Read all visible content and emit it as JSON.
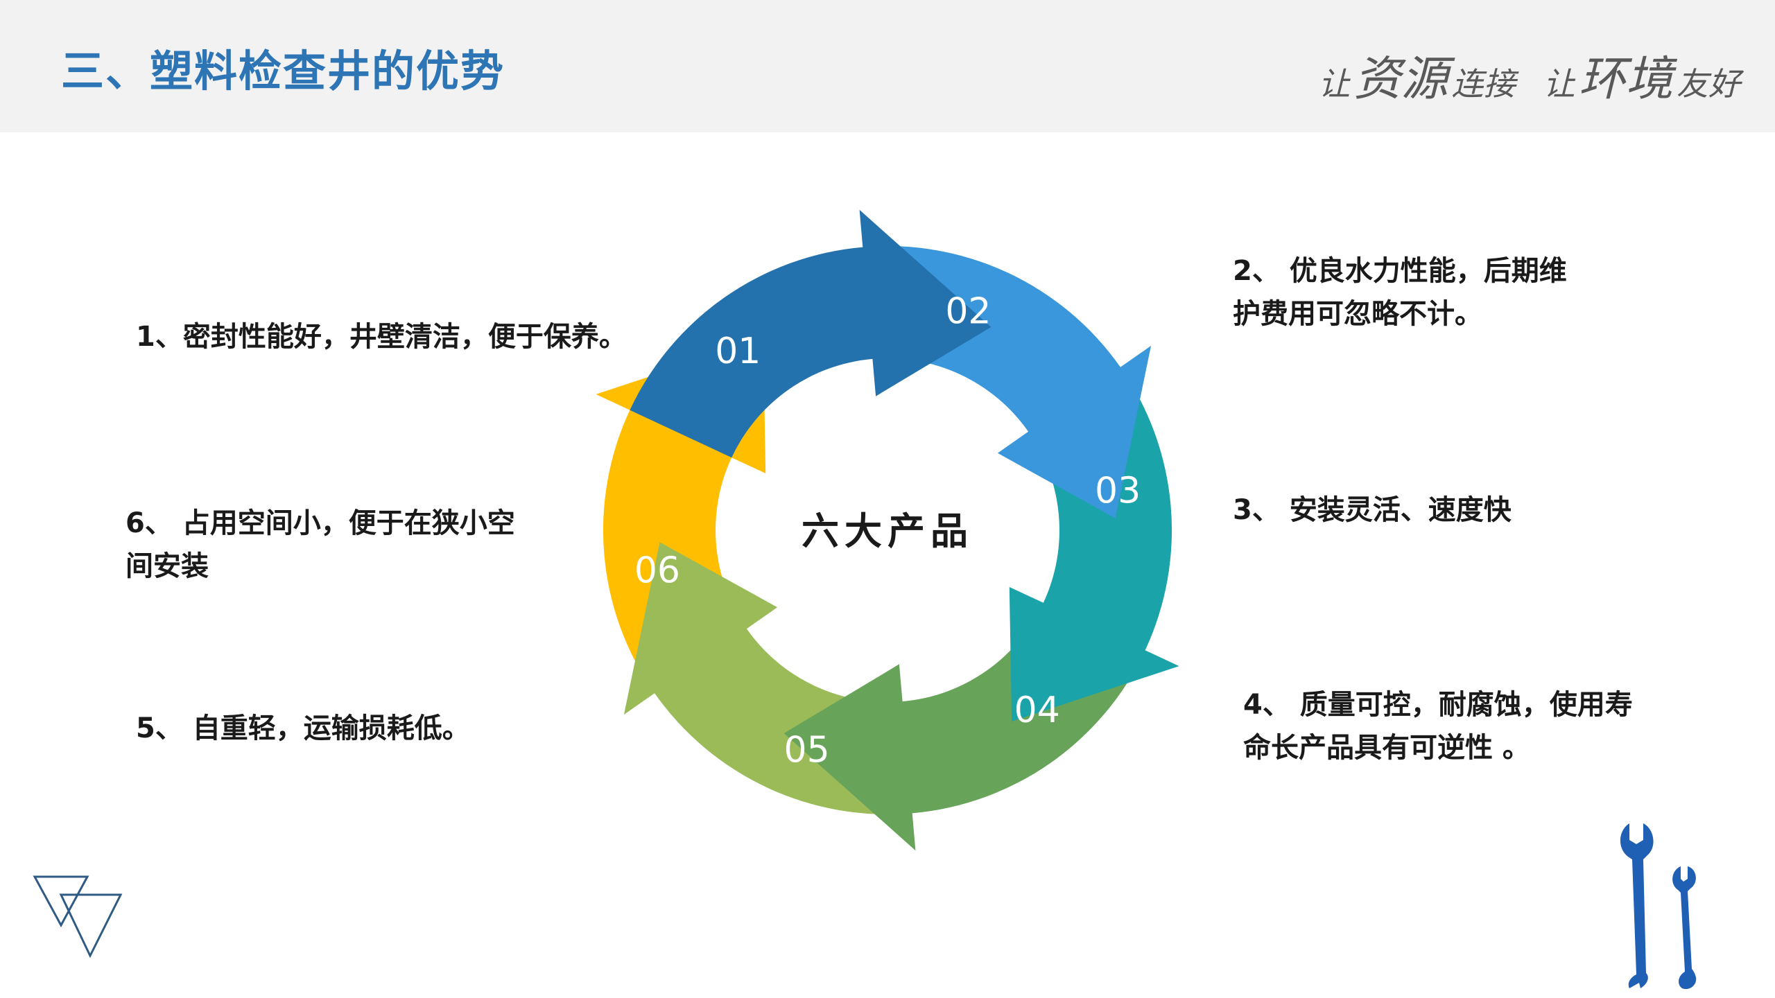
{
  "header": {
    "title": "三、塑料检查井的优势",
    "slogan": [
      {
        "text": "让",
        "size": "sm"
      },
      {
        "text": "资源",
        "size": "lg"
      },
      {
        "text": "连接",
        "size": "sm"
      },
      {
        "text": " ",
        "size": "gap"
      },
      {
        "text": "让",
        "size": "sm"
      },
      {
        "text": "环境",
        "size": "lg"
      },
      {
        "text": "友好",
        "size": "sm"
      }
    ]
  },
  "cycle": {
    "center_label": "六大产品",
    "segments": [
      {
        "number": "01",
        "color": "#2372ae"
      },
      {
        "number": "02",
        "color": "#3a97dc"
      },
      {
        "number": "03",
        "color": "#1aa3a9"
      },
      {
        "number": "04",
        "color": "#68a35a"
      },
      {
        "number": "05",
        "color": "#9bbb59"
      },
      {
        "number": "06",
        "color": "#ffbf00"
      }
    ]
  },
  "advantages": {
    "item1": [
      "1、密封性能好，井壁清洁，便于保养。"
    ],
    "item2": [
      "2、 优良水力性能，后期维",
      "护费用可忽略不计。"
    ],
    "item3": [
      "3、 安装灵活、速度快"
    ],
    "item4": [
      "4、 质量可控，耐腐蚀，使用寿",
      "命长产品具有可逆性 。"
    ],
    "item5": [
      "5、 自重轻，运输损耗低。"
    ],
    "item6": [
      "6、 占用空间小，便于在狭小空",
      "间安装"
    ]
  },
  "icons": {
    "corner_logo": "triangles-logo-icon",
    "tools": "wrench-tools-icon",
    "tools_color": "#1f5fb4",
    "logo_color": "#2e5a84"
  }
}
